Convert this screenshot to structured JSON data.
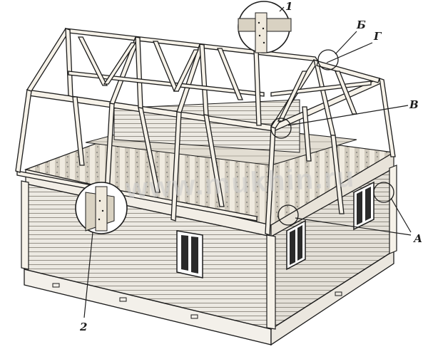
{
  "figure": {
    "watermark": "www.mukhin.ru",
    "labels": {
      "one": "1",
      "two": "2",
      "b": "Б",
      "g": "Г",
      "v": "В",
      "a": "А"
    }
  },
  "colors": {
    "ink": "#1c1c1c",
    "timber": "#f6f2e9",
    "siding": "#e9e6df",
    "floor": "#d8d3c8",
    "background": "#ffffff"
  }
}
